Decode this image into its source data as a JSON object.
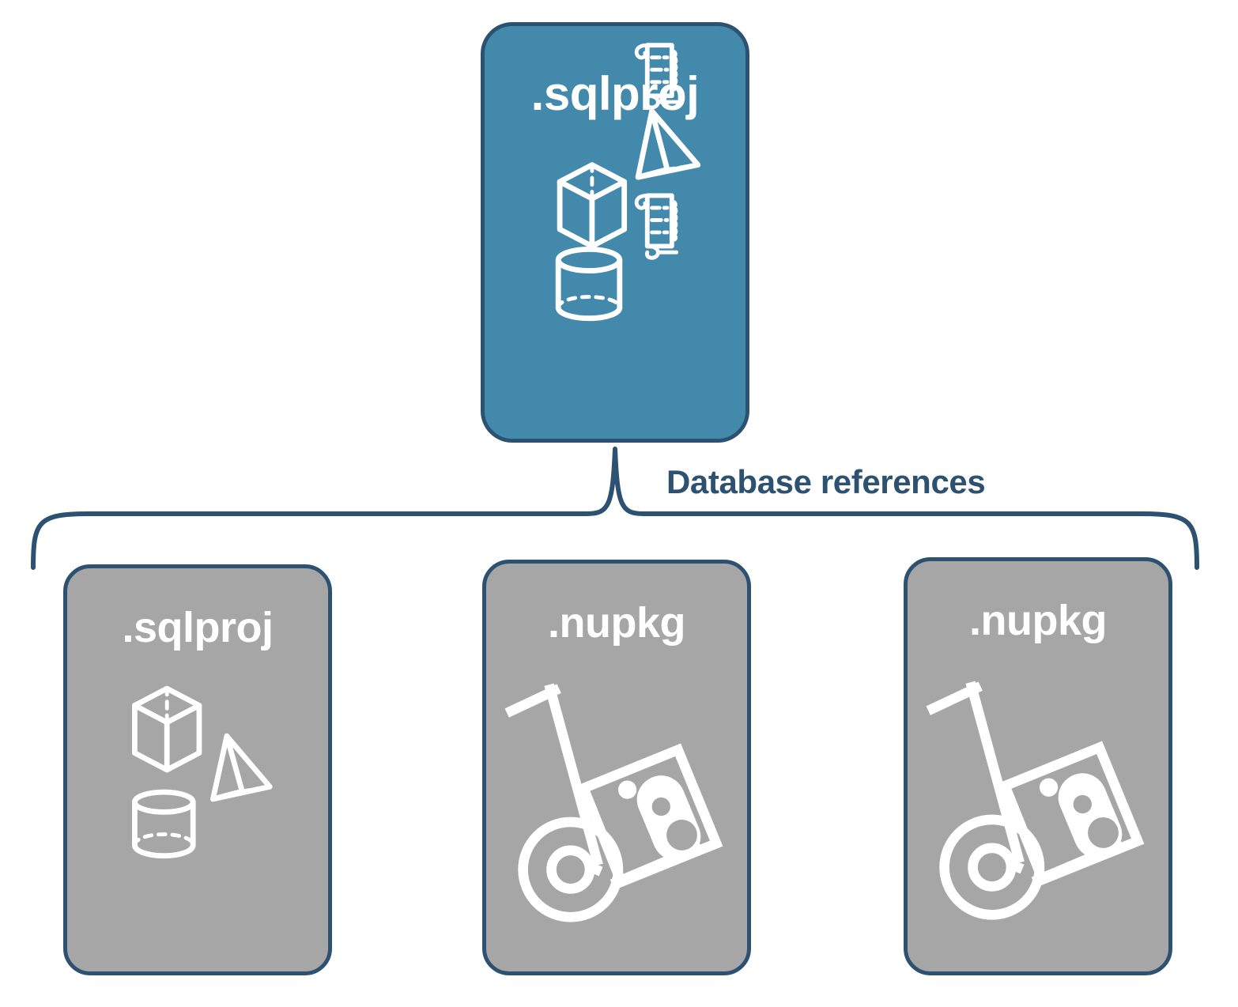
{
  "diagram": {
    "title_text": "Database references",
    "background": "#ffffff",
    "colors": {
      "root_fill": "#4389ac",
      "leaf_fill": "#a6a6a6",
      "stroke": "#2d5271",
      "icon": "#ffffff",
      "label_text": "#2d5271"
    }
  },
  "root": {
    "label": ".sqlproj",
    "icons": [
      "cube-icon",
      "scroll-icon",
      "pyramid-icon",
      "cylinder-icon",
      "scroll-icon"
    ]
  },
  "connector": {
    "label": "Database references",
    "shape": "curly-brace",
    "branches": 3
  },
  "leaves": [
    {
      "label": ".sqlproj",
      "icons": [
        "cube-icon",
        "pyramid-icon",
        "cylinder-icon"
      ]
    },
    {
      "label": ".nupkg",
      "icons": [
        "nuget-hand-truck-icon"
      ]
    },
    {
      "label": ".nupkg",
      "icons": [
        "nuget-hand-truck-icon"
      ]
    }
  ]
}
